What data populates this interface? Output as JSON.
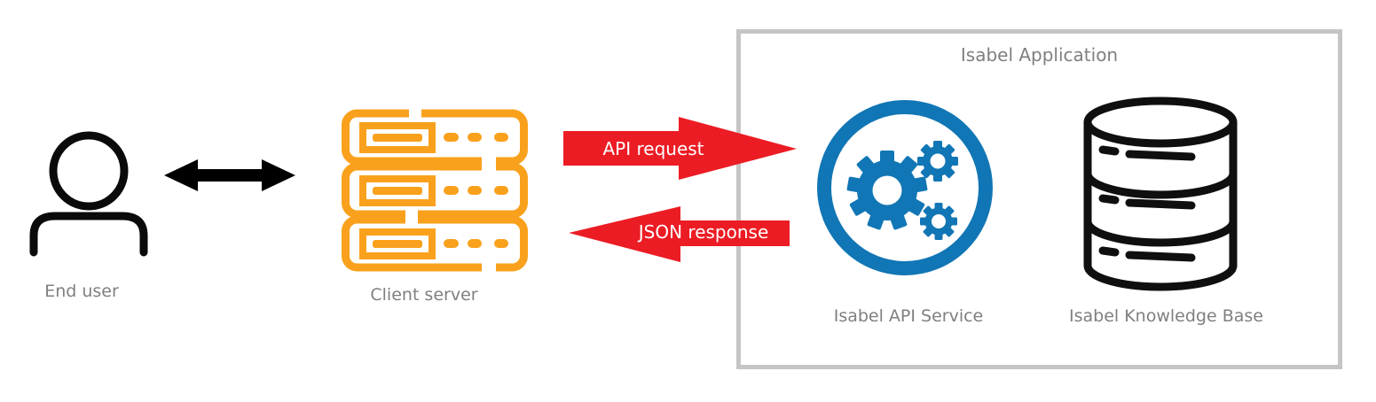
{
  "diagram": {
    "end_user": {
      "label": "End user"
    },
    "client_server": {
      "label": "Client server"
    },
    "arrows": {
      "api_request": {
        "label": "API request",
        "direction": "right"
      },
      "json_response": {
        "label": "JSON response",
        "direction": "left"
      }
    },
    "isabel_application": {
      "title": "Isabel Application",
      "api_service": {
        "label": "Isabel API Service"
      },
      "knowledge_base": {
        "label": "Isabel Knowledge Base"
      }
    },
    "colors": {
      "arrow_red": "#EC1C24",
      "server_orange": "#F9A11C",
      "gear_blue": "#1176B5",
      "label_gray": "#7F7F7F",
      "box_border_gray": "#C5C5C5",
      "icon_black": "#0A0A0A"
    }
  }
}
